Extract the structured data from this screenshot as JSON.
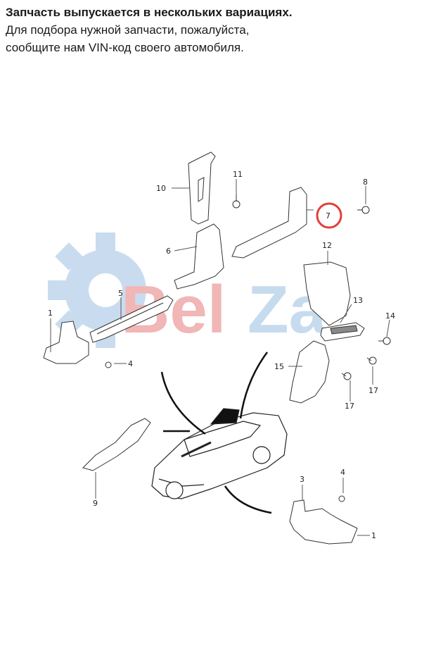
{
  "notice": {
    "line1": "Запчасть выпускается в нескольких вариациях.",
    "line2": "Для подбора нужной запчасти, пожалуйста,",
    "line3": "сообщите нам VIN-код своего автомобиля."
  },
  "watermark": {
    "text": "BelZa",
    "color_gear": "#c9dcef",
    "color_red": "#f1b6b6",
    "color_blue": "#c7dbee"
  },
  "callouts": [
    {
      "id": "10",
      "text": "10"
    },
    {
      "id": "11",
      "text": "11"
    },
    {
      "id": "8",
      "text": "8"
    },
    {
      "id": "7",
      "text": "7",
      "highlighted": true
    },
    {
      "id": "6",
      "text": "6"
    },
    {
      "id": "12",
      "text": "12"
    },
    {
      "id": "5",
      "text": "5"
    },
    {
      "id": "13",
      "text": "13"
    },
    {
      "id": "1a",
      "text": "1"
    },
    {
      "id": "14",
      "text": "14"
    },
    {
      "id": "4a",
      "text": "4"
    },
    {
      "id": "15",
      "text": "15"
    },
    {
      "id": "17a",
      "text": "17"
    },
    {
      "id": "17b",
      "text": "17"
    },
    {
      "id": "9",
      "text": "9"
    },
    {
      "id": "3",
      "text": "3"
    },
    {
      "id": "4b",
      "text": "4"
    },
    {
      "id": "1b",
      "text": "1"
    }
  ],
  "highlight_color": "#e0403c"
}
